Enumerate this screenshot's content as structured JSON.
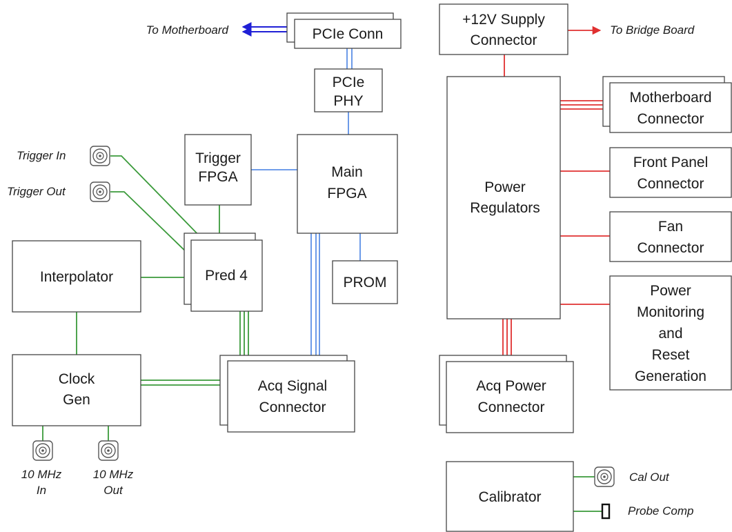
{
  "blocks": {
    "pcie_conn": "PCIe Conn",
    "pcie_phy": [
      "PCIe",
      "PHY"
    ],
    "supply_connector": [
      "+12V Supply",
      "Connector"
    ],
    "trigger_fpga": [
      "Trigger",
      "FPGA"
    ],
    "main_fpga": [
      "Main",
      "FPGA"
    ],
    "interpolator": "Interpolator",
    "pred4": "Pred 4",
    "prom": "PROM",
    "clock_gen": [
      "Clock",
      "Gen"
    ],
    "acq_signal_connector": [
      "Acq Signal",
      "Connector"
    ],
    "power_regulators": [
      "Power",
      "Regulators"
    ],
    "motherboard_connector": [
      "Motherboard",
      "Connector"
    ],
    "front_panel_connector": [
      "Front Panel",
      "Connector"
    ],
    "fan_connector": [
      "Fan",
      "Connector"
    ],
    "power_monitoring": [
      "Power",
      "Monitoring",
      "and",
      "Reset",
      "Generation"
    ],
    "acq_power_connector": [
      "Acq Power",
      "Connector"
    ],
    "calibrator": "Calibrator"
  },
  "labels": {
    "to_motherboard": "To Motherboard",
    "to_bridge_board": "To Bridge Board",
    "trigger_in": "Trigger In",
    "trigger_out": "Trigger Out",
    "clk_in": [
      "10 MHz",
      "In"
    ],
    "clk_out": [
      "10 MHz",
      "Out"
    ],
    "cal_out": "Cal Out",
    "probe_comp": "Probe Comp"
  },
  "colors": {
    "pcie_link": "#1f1fd6",
    "data_bus": "#5b8fe6",
    "signal": "#3a9a3a",
    "power": "#e03030",
    "box_stroke": "#444444"
  }
}
